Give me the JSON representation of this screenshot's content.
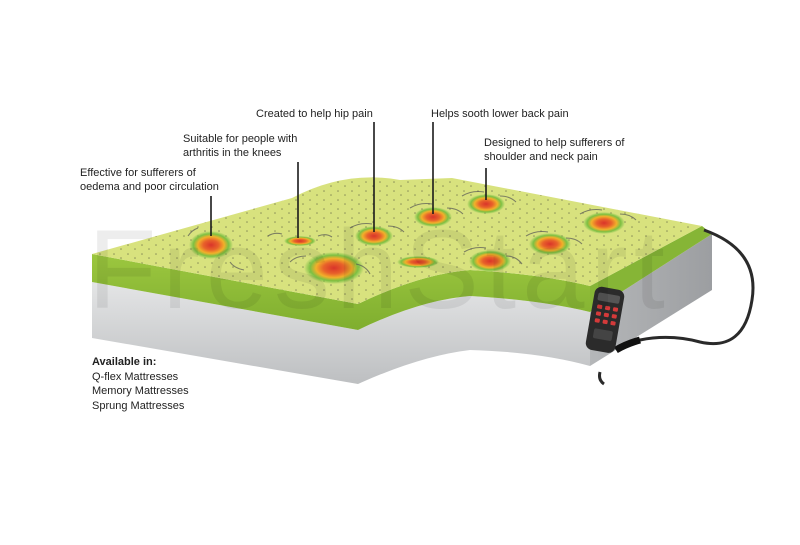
{
  "watermark": "FreshStart",
  "callouts": [
    {
      "id": "oedema",
      "lines": [
        "Effective for sufferers of",
        "oedema and poor circulation"
      ]
    },
    {
      "id": "knees",
      "lines": [
        "Suitable for people with",
        "arthritis in the knees"
      ]
    },
    {
      "id": "hip",
      "lines": [
        "Created to help hip pain"
      ]
    },
    {
      "id": "lower-back",
      "lines": [
        "Helps sooth lower back pain"
      ]
    },
    {
      "id": "shoulder",
      "lines": [
        "Designed to help sufferers of",
        "shoulder and neck pain"
      ]
    }
  ],
  "availability": {
    "heading": "Available in:",
    "items": [
      "Q-flex Mattresses",
      "Memory Mattresses",
      "Sprung Mattresses"
    ]
  },
  "colors": {
    "foam_top": "#d6e17a",
    "foam_side": "#8fbf3a",
    "base_side": "#c9cacb",
    "hot": "#e8452a",
    "warm": "#f2a12a",
    "cool": "#6ab73c",
    "cable": "#2a2a2a"
  }
}
